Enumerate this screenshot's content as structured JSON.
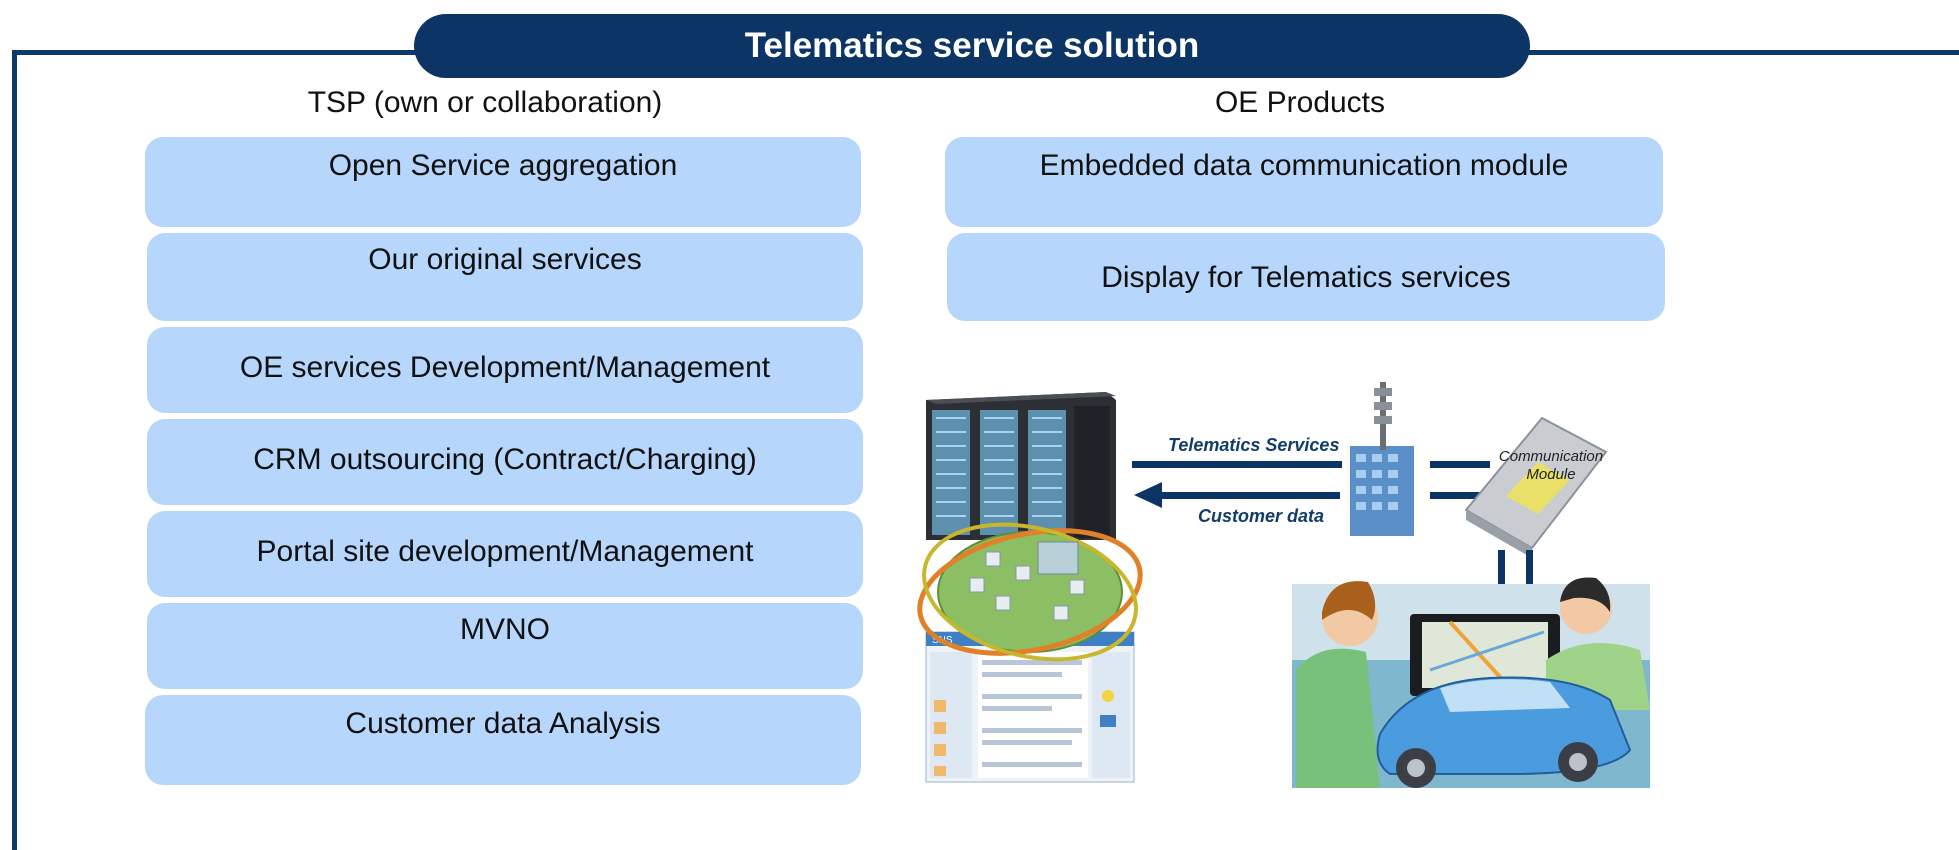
{
  "banner": {
    "title": "Telematics service solution"
  },
  "tsp": {
    "heading": "TSP (own or collaboration)",
    "items": [
      {
        "label": "Open Service aggregation"
      },
      {
        "label": "Our original services"
      },
      {
        "label": "OE services Development/Management"
      },
      {
        "label": "CRM outsourcing (Contract/Charging)"
      },
      {
        "label": "Portal site development/Management"
      },
      {
        "label": "MVNO"
      },
      {
        "label": "Customer data Analysis"
      }
    ]
  },
  "oe": {
    "heading": "OE Products",
    "items": [
      {
        "label": "Embedded data communication module"
      },
      {
        "label": "Display for Telematics services"
      }
    ]
  },
  "diagram": {
    "arrow_top_label": "Telematics Services",
    "arrow_bottom_label": "Customer data",
    "module_label_line1": "Communication",
    "module_label_line2": "Module",
    "sns_label": "SNS"
  },
  "colors": {
    "navy": "#0c3565",
    "box_fill": "#b7d6fb"
  }
}
